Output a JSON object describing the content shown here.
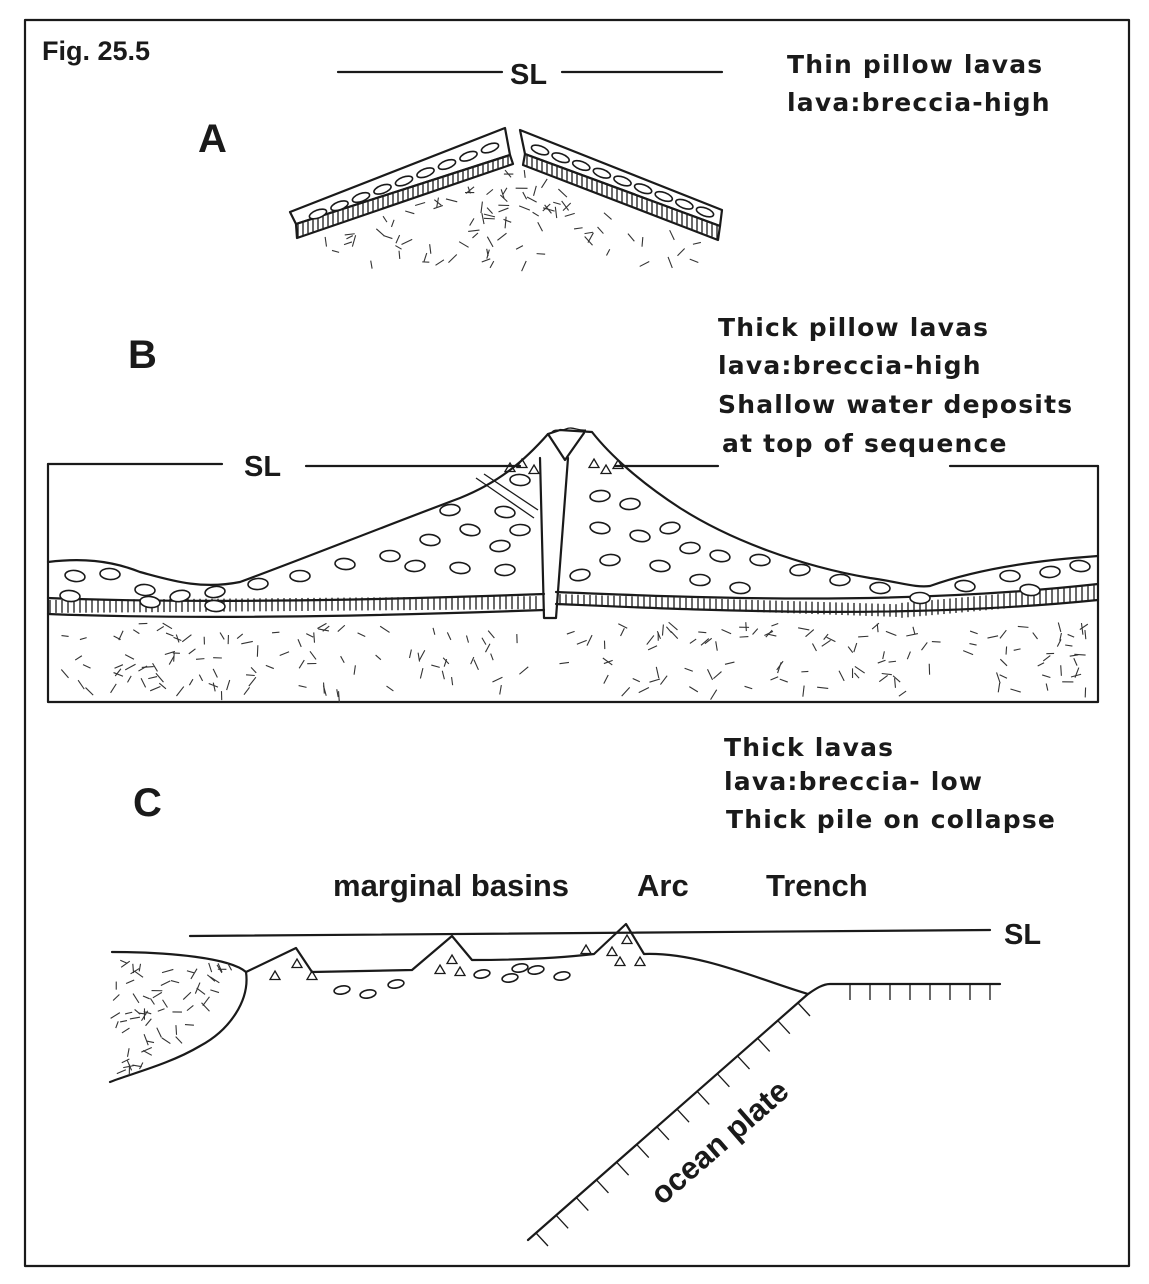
{
  "figure_label": "Fig. 25.5",
  "panels": {
    "a": {
      "letter": "A",
      "sea_level": "SL",
      "notes": [
        "Thin pillow lavas",
        "lava:breccia-high"
      ]
    },
    "b": {
      "letter": "B",
      "sea_level": "SL",
      "notes": [
        "Thick pillow lavas",
        "lava:breccia-high",
        "Shallow water deposits",
        "at top of sequence"
      ]
    },
    "c": {
      "letter": "C",
      "sea_level": "SL",
      "notes": [
        "Thick lavas",
        "lava:breccia- low",
        "Thick pile on collapse"
      ],
      "labels": {
        "marginal_basins": "marginal basins",
        "arc": "Arc",
        "trench": "Trench",
        "ocean_plate": "ocean plate"
      }
    }
  }
}
